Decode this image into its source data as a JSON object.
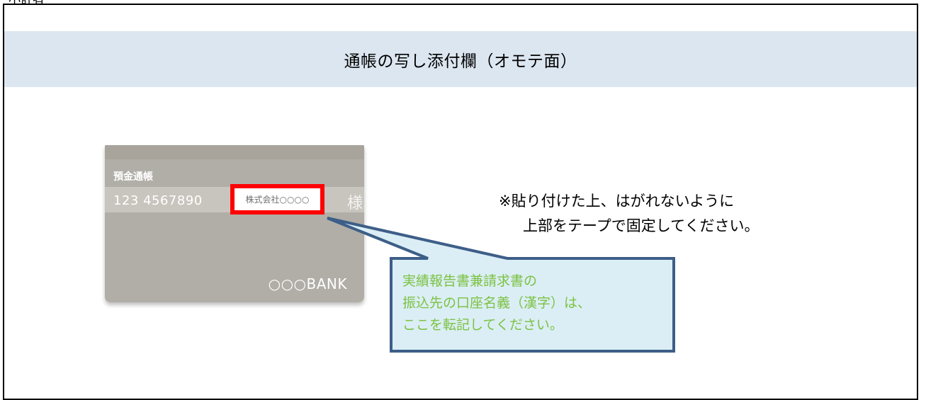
{
  "top_fragment": "小計者",
  "header": {
    "title": "通帳の写し添付欄（オモテ面）"
  },
  "passbook": {
    "type_label": "預金通帳",
    "account_number": "123 4567890",
    "account_name": "株式会社○○○○",
    "trailing_char": "様",
    "bank_name": "○○○BANK"
  },
  "note": {
    "line1": "※貼り付けた上、はがれないように",
    "line2": "上部をテープで固定してください。"
  },
  "callout": {
    "line1": "実績報告書兼請求書の",
    "line2": "振込先の口座名義（漢字）は、",
    "line3": "ここを転記してください。",
    "fill_color": "#dbeef5",
    "border_color": "#3d5e88",
    "text_color": "#7cc242"
  },
  "colors": {
    "header_bg": "#dce6f0",
    "card_bg": "#b1aea7",
    "highlight": "#ff0000"
  }
}
